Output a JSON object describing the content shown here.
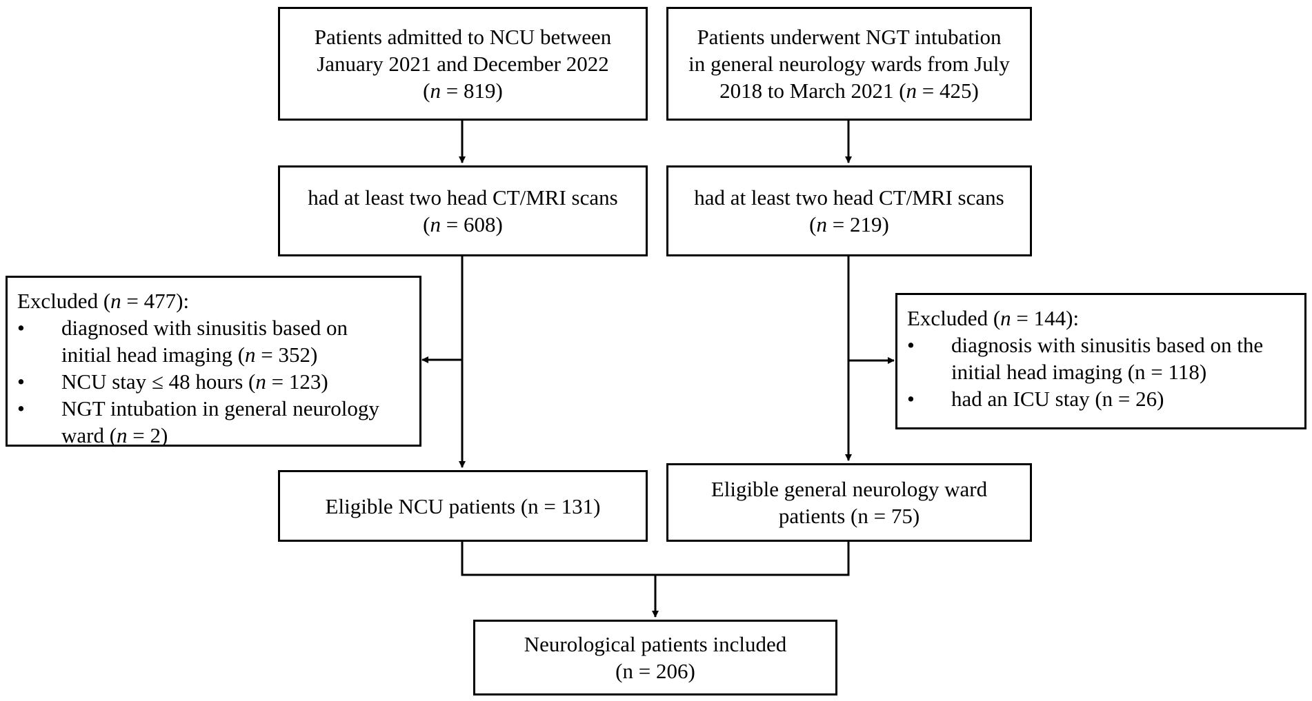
{
  "boxes": {
    "ncu_admitted": {
      "lines": [
        "Patients admitted to NCU between",
        "January 2021 and December 2022"
      ],
      "n_prefix": "(",
      "n_var": "n",
      "n_suffix": " = 819)"
    },
    "ngt_wards": {
      "lines": [
        "Patients underwent NGT intubation",
        "in general neurology wards from July"
      ],
      "last_prefix": "2018 to March 2021 (",
      "n_var": "n",
      "n_suffix": " = 425)"
    },
    "ncu_scans": {
      "line1": "had at least two head CT/MRI scans",
      "n_prefix": "(",
      "n_var": "n",
      "n_suffix": " = 608)"
    },
    "ward_scans": {
      "line1": "had at least two head CT/MRI scans",
      "n_prefix": "(",
      "n_var": "n",
      "n_suffix": " = 219)"
    },
    "excluded_left": {
      "head_prefix": "Excluded (",
      "n_var": "n",
      "head_suffix": " = 477):",
      "bullet": "•",
      "items": [
        {
          "line1": "diagnosed with sinusitis based on",
          "line2_prefix": "initial head imaging (",
          "n_var": "n",
          "line2_suffix": " = 352)"
        },
        {
          "line1_prefix": "NCU stay ≤ 48 hours (",
          "n_var": "n",
          "line1_suffix": " = 123)"
        },
        {
          "line1": "NGT intubation in general neurology",
          "line2_prefix": "ward (",
          "n_var": "n",
          "line2_suffix": " = 2)"
        }
      ]
    },
    "excluded_right": {
      "head_prefix": "Excluded (",
      "n_var": "n",
      "head_suffix": " = 144):",
      "bullet": "•",
      "items": [
        {
          "line1": "diagnosis with  sinusitis based on the",
          "line2": "initial head imaging (n = 118)"
        },
        {
          "line1": "had an ICU stay (n = 26)"
        }
      ]
    },
    "eligible_ncu": {
      "line1": "Eligible NCU patients (n = 131)"
    },
    "eligible_ward": {
      "line1": "Eligible general neurology ward",
      "line2": "patients (n = 75)"
    },
    "included": {
      "line1": "Neurological patients included",
      "line2": "(n = 206)"
    }
  }
}
